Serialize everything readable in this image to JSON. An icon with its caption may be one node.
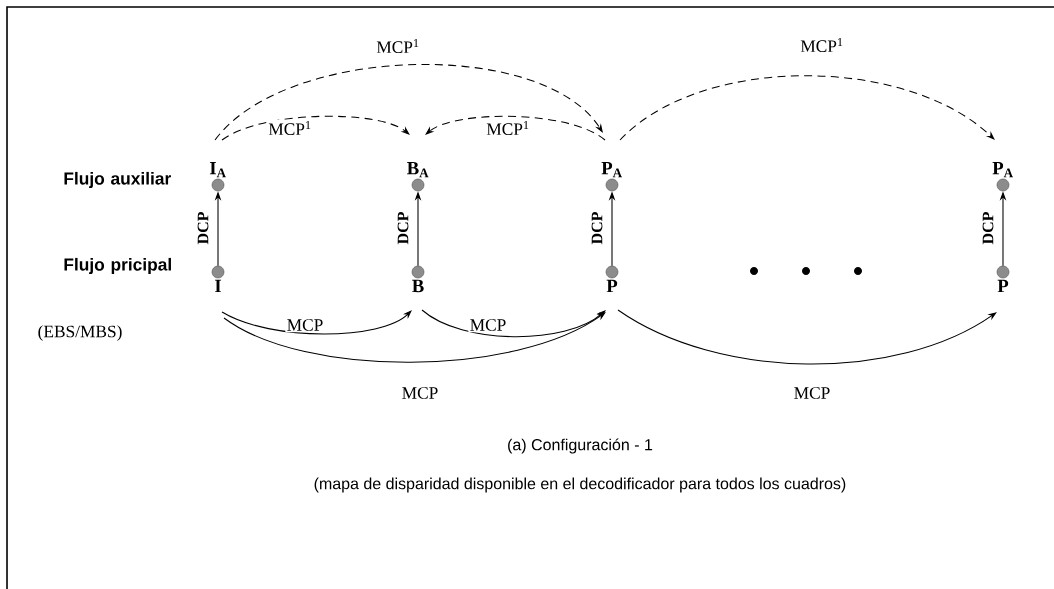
{
  "diagram": {
    "caption": "(a) Configuración - 1",
    "nodes": [
      {
        "text": [
          "I$_{A}$"
        ]
      },
      {
        "text": [
          "B$_{A}$"
        ]
      },
      {
        "text": [
          "P$_{A}$"
        ]
      },
      {
        "text": [
          "P$_{A}$"
        ]
      },
      {
        "text": [
          "I"
        ]
      },
      {
        "text": [
          "B"
        ]
      },
      {
        "text": [
          "P"
        ]
      },
      {
        "text": [
          "P"
        ]
      }
    ],
    "edges": [
      {
        "from": 4,
        "to": 0,
        "arrow": "to",
        "label": "DCP"
      },
      {
        "from": 5,
        "to": 1,
        "arrow": "to",
        "label": "DCP"
      },
      {
        "from": 6,
        "to": 2,
        "arrow": "to",
        "label": "DCP"
      },
      {
        "from": 7,
        "to": 3,
        "arrow": "to",
        "label": "DCP"
      },
      {
        "from": 0,
        "to": 2,
        "arrow": "to",
        "label": "MCP$^{1}$",
        "style": "dashed"
      },
      {
        "from": 2,
        "to": 3,
        "arrow": "to",
        "label": "MCP$^{1}$",
        "style": "dashed"
      },
      {
        "from": 0,
        "to": 1,
        "arrow": "to",
        "label": "MCP$^{1}$",
        "style": "dashed"
      },
      {
        "from": 2,
        "to": 1,
        "arrow": "to",
        "label": "MCP$^{1}$",
        "style": "dashed"
      },
      {
        "from": 4,
        "to": 5,
        "arrow": "to",
        "label": "MCP"
      },
      {
        "from": 5,
        "to": 6,
        "arrow": "to",
        "label": "MCP"
      },
      {
        "from": 4,
        "to": 6,
        "arrow": "to",
        "label": "MCP"
      },
      {
        "from": 6,
        "to": 7,
        "arrow": "to",
        "label": "MCP"
      }
    ],
    "labels": [
      "Flujo auxiliar",
      "Flujo pricipal",
      "(EBS/MBS)",
      "(mapa de disparidad disponible en el decodificador para todos los cuadros)"
    ]
  }
}
